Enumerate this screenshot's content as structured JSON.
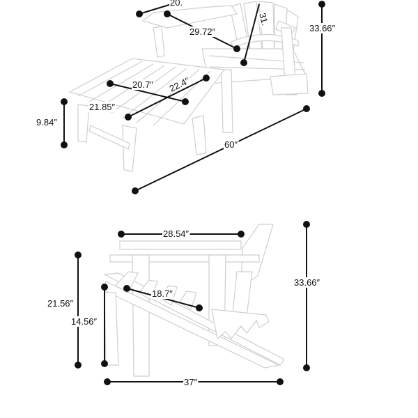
{
  "top_view": {
    "dimensions": {
      "seat_depth_partial": "20.",
      "armrest_length": "29.72″",
      "back_partial": "31.",
      "height": "33.66″",
      "ottoman_depth": "20.7″",
      "ottoman_width": "22.4″",
      "ottoman_length": "21.85″",
      "ottoman_height": "9.84″",
      "total_length": "60″"
    }
  },
  "side_view": {
    "dimensions": {
      "arm_length": "28.54″",
      "height": "33.66″",
      "arm_height": "21.56″",
      "seat_height": "14.56″",
      "seat_depth": "18.7″",
      "depth": "37″"
    }
  }
}
